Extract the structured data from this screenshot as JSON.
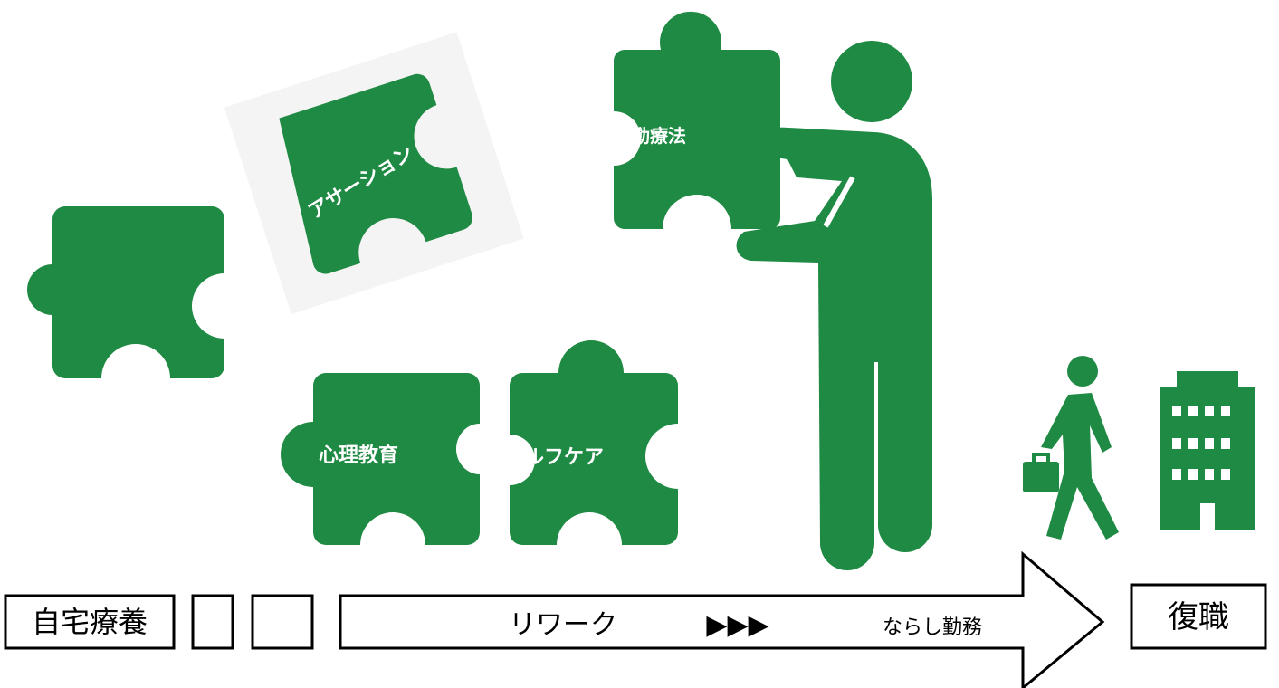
{
  "colors": {
    "green": "#1f8a43",
    "outline": "#000000",
    "background": "#ffffff"
  },
  "puzzle_labels": {
    "assertion": "アサーション",
    "cbt": "認知行動療法",
    "psychoeducation": "心理教育",
    "selfcare": "セルフケア"
  },
  "timeline": {
    "start": "自宅療養",
    "rework": "リワーク",
    "arrows": "▶▶▶",
    "trial": "ならし勤務",
    "end": "復職"
  },
  "icons": [
    "puzzle-piece-icon",
    "person-icon",
    "walking-person-icon",
    "office-building-icon"
  ]
}
